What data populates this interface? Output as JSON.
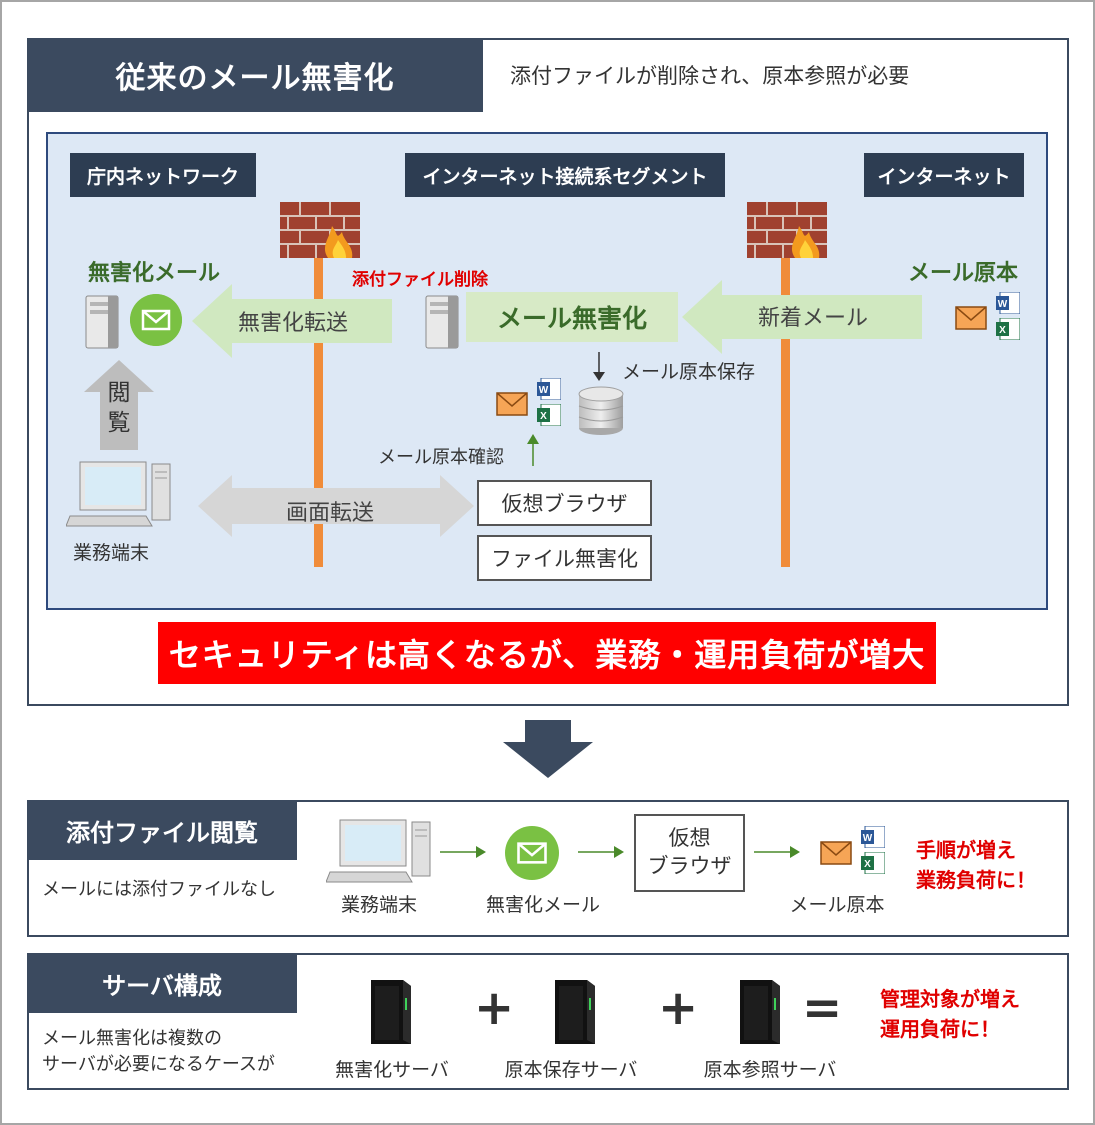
{
  "top": {
    "title": "従来のメール無害化",
    "subtitle": "添付ファイルが削除され、原本参照が必要",
    "zones": {
      "internal": "庁内ネットワーク",
      "segment": "インターネット接続系セグメント",
      "internet": "インターネット"
    },
    "sanitized_mail": "無害化メール",
    "attachment_deleted": "添付ファイル削除",
    "original_mail": "メール原本",
    "forward_label": "無害化転送",
    "sanitize_label": "メール無害化",
    "incoming_label": "新着メール",
    "store_original": "メール原本保存",
    "view_label": "閲覧",
    "check_original": "メール原本確認",
    "terminal": "業務端末",
    "screen_transfer": "画面転送",
    "virtual_browser": "仮想ブラウザ",
    "file_sanitize": "ファイル無害化",
    "banner": "セキュリティは高くなるが、業務・運用負荷が増大"
  },
  "attachment_panel": {
    "tab": "添付ファイル閲覧",
    "desc": "メールには添付ファイルなし",
    "terminal": "業務端末",
    "sanitized_mail": "無害化メール",
    "virtual_browser_l1": "仮想",
    "virtual_browser_l2": "ブラウザ",
    "original": "メール原本",
    "note_l1": "手順が増え",
    "note_l2": "業務負荷に！"
  },
  "server_panel": {
    "tab": "サーバ構成",
    "desc_l1": "メール無害化は複数の",
    "desc_l2": "サーバが必要になるケースが",
    "server1": "無害化サーバ",
    "server2": "原本保存サーバ",
    "server3": "原本参照サーバ",
    "plus": "+",
    "equals": "=",
    "note_l1": "管理対象が増え",
    "note_l2": "運用負荷に！"
  },
  "colors": {
    "navy": "#3b4a5f",
    "area_bg": "#dde8f5",
    "orange_line": "#f08c3a",
    "green_text": "#3a6b2a",
    "red": "#ff0000"
  }
}
